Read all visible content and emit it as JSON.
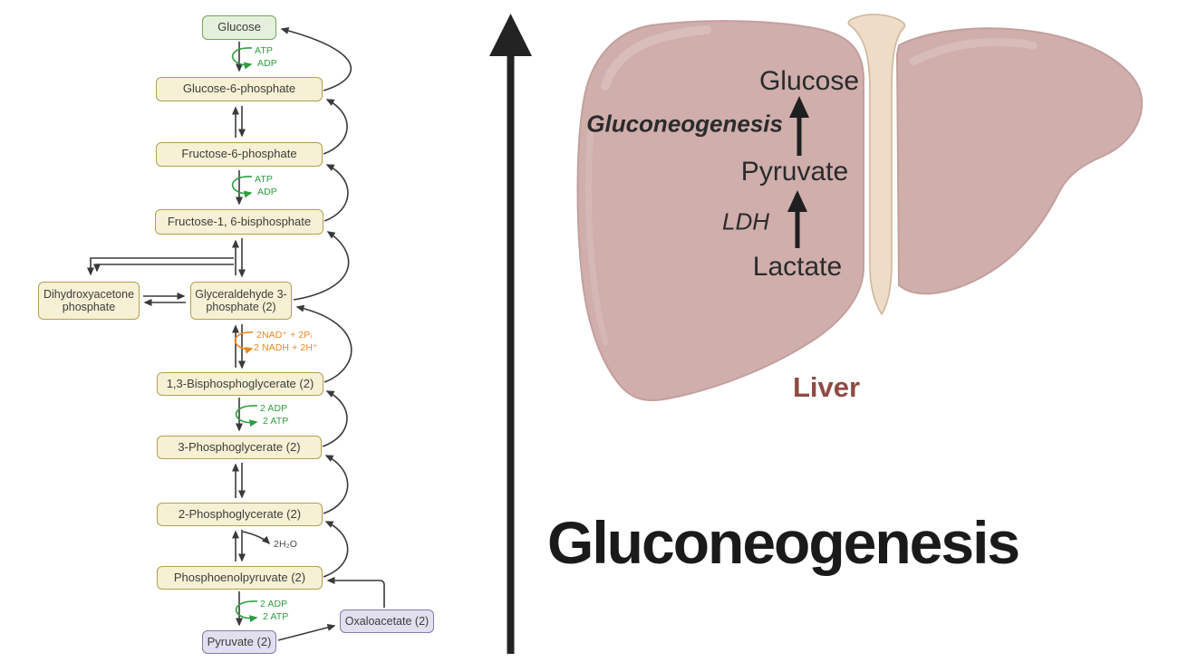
{
  "title": {
    "text": "Gluconeogenesis"
  },
  "pathway": {
    "nodes": {
      "glucose": "Glucose",
      "g6p": "Glucose-6-phosphate",
      "f6p": "Fructose-6-phosphate",
      "f16bp": "Fructose-1, 6-bisphosphate",
      "dhap": "Dihydroxyacetone phosphate",
      "gap": "Glyceraldehyde 3-phosphate (2)",
      "bpg13": "1,3-Bisphosphoglycerate (2)",
      "pg3": "3-Phosphoglycerate (2)",
      "pg2": "2-Phosphoglycerate (2)",
      "pep": "Phosphoenolpyruvate (2)",
      "pyruvate": "Pyruvate (2)",
      "oaa": "Oxaloacetate (2)"
    },
    "cofactors": {
      "step1_in": "ATP",
      "step1_out": "ADP",
      "step3_in": "ATP",
      "step3_out": "ADP",
      "step6_in": "2NAD⁺ + 2Pᵢ",
      "step6_out": "2 NADH + 2H⁺",
      "step7_in": "2 ADP",
      "step7_out": "2 ATP",
      "step9_out": "2H₂O",
      "step10_in": "2 ADP",
      "step10_out": "2 ATP"
    }
  },
  "liver": {
    "labels": {
      "product": "Glucose",
      "pathway_name": "Gluconeogenesis",
      "intermediate": "Pyruvate",
      "enzyme": "LDH",
      "substrate": "Lactate"
    },
    "organ_label": "Liver"
  },
  "colors": {
    "node_green_fill": "#e4f0db",
    "node_green_border": "#74a65a",
    "node_yellow_fill": "#f6f1d4",
    "node_yellow_border": "#b0a050",
    "node_purple_fill": "#e2dfee",
    "node_purple_border": "#837cab",
    "cofactor_green": "#2e9e40",
    "cofactor_orange": "#e8871e",
    "arrow_dark": "#3a3a3a",
    "big_arrow": "#232323",
    "liver_fill": "#cfaeac",
    "liver_stroke": "#c2a09d",
    "liver_highlight": "#dcc2c0",
    "ligament_fill": "#eddcc6",
    "ligament_stroke": "#cfb69c",
    "liver_label": "#8f4a44",
    "title_color": "#1a1a1a"
  }
}
